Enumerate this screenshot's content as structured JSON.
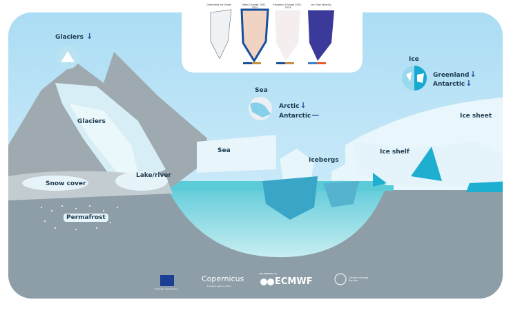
{
  "maps": [
    {
      "title": "Greenland Ice Sheet"
    },
    {
      "title": "Mass Change 2002 - 2024"
    },
    {
      "title": "Elevation Change 2002 - 2024"
    },
    {
      "title": "Ice Flow Velocity"
    }
  ],
  "indicators": {
    "glaciers_top": {
      "label": "Glaciers",
      "trend": "↓"
    },
    "sea": {
      "label": "Sea",
      "rows": [
        {
          "name": "Arctic",
          "trend": "↓"
        },
        {
          "name": "Antarctic",
          "trend": "—"
        }
      ]
    },
    "ice": {
      "label": "Ice",
      "rows": [
        {
          "name": "Greenland",
          "trend": "↓"
        },
        {
          "name": "Antarctic",
          "trend": "↓"
        }
      ]
    }
  },
  "scene_labels": {
    "glaciers": "Glaciers",
    "snow_cover": "Snow cover",
    "lake_river": "Lake/river",
    "permafrost": "Permafrost",
    "sea": "Sea",
    "icebergs": "Icebergs",
    "ice_shelf": "Ice shelf",
    "ice_sheet": "Ice sheet"
  },
  "logos": {
    "eu": "European Commission",
    "copernicus": "Copernicus",
    "copernicus_sub": "Europe's eyes on Earth",
    "ecmwf_pre": "IMPLEMENTED BY",
    "ecmwf": "ECMWF",
    "c3s": "Climate Change Service"
  }
}
